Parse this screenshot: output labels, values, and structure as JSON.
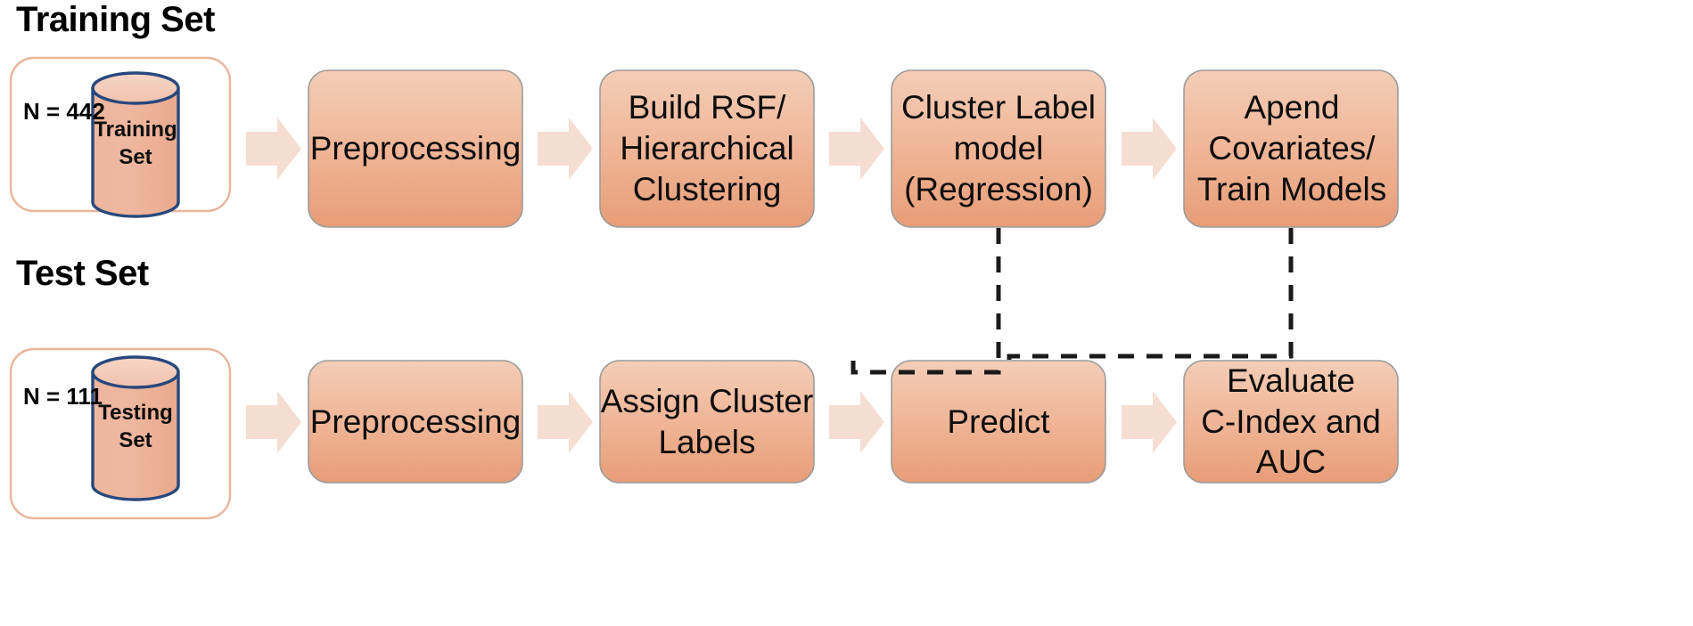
{
  "diagram": {
    "title_top": "Training Set",
    "title_bottom": "Test Set",
    "colors": {
      "box_fill_top": "#f2c4ab",
      "box_fill_bottom": "#e79d77",
      "box_stroke": "#9c9c9c",
      "arrow_fill": "#f6ddd2",
      "group_stroke": "#eab59a",
      "cylinder_stroke": "#28487d",
      "cylinder_fill": "#eeb298",
      "cylinder_top_fill": "#f3c9b6",
      "dash_stroke": "#1a1a1a",
      "text": "#0d0d0d",
      "background": "#ffffff"
    }
  },
  "training_group": {
    "name": "Training Set",
    "n_label": "N = 442",
    "cylinder_label": "Training\nSet"
  },
  "test_group": {
    "name": "Test Set",
    "n_label": "N = 111",
    "cylinder_label": "Testing\nSet"
  },
  "top_row": {
    "boxes": [
      {
        "id": "preprocessing-top",
        "label": "Preprocessing"
      },
      {
        "id": "build-rsf-hierarchical-clustering",
        "label": "Build RSF/\nHierarchical\nClustering"
      },
      {
        "id": "cluster-label-model-regression",
        "label": "Cluster Label\nmodel\n(Regression)"
      },
      {
        "id": "apend-covariates-train-models",
        "label": "Apend\nCovariates/\nTrain Models"
      }
    ],
    "arrow_count": 4
  },
  "bottom_row": {
    "boxes": [
      {
        "id": "preprocessing-bottom",
        "label": "Preprocessing"
      },
      {
        "id": "assign-cluster-labels",
        "label": "Assign Cluster\nLabels"
      },
      {
        "id": "predict",
        "label": "Predict"
      },
      {
        "id": "evaluate-c-index-and-auc",
        "label": "Evaluate\nC-Index and\nAUC"
      }
    ],
    "arrow_count": 4
  },
  "connectors": [
    {
      "id": "cluster-model-to-assign-cluster-labels",
      "from": "cluster-label-model-regression",
      "to": "assign-cluster-labels",
      "style": "dashed"
    },
    {
      "id": "apend-train-models-to-predict",
      "from": "apend-covariates-train-models",
      "to": "predict",
      "style": "dashed"
    }
  ]
}
